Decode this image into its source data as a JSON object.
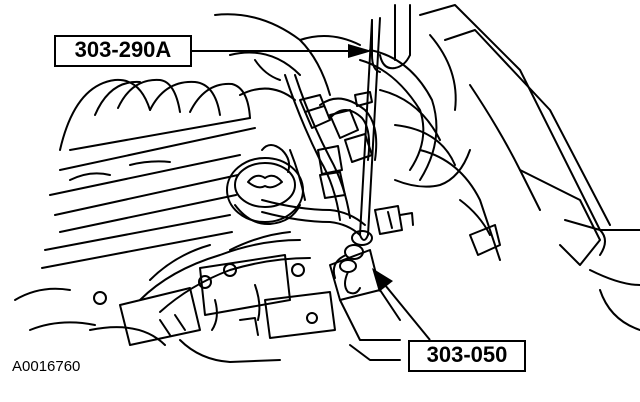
{
  "callouts": {
    "tool_a": "303-290A",
    "tool_b": "303-050"
  },
  "figure_id": "A0016760"
}
